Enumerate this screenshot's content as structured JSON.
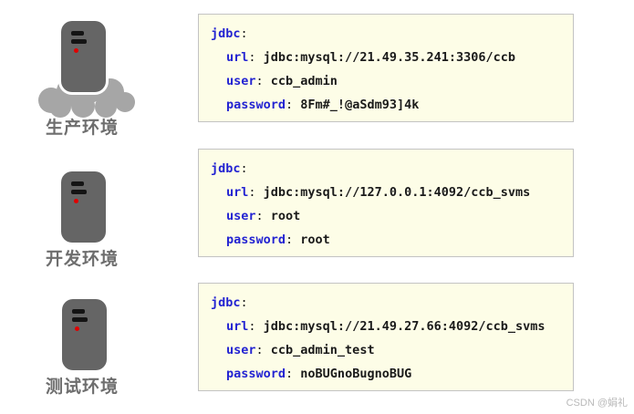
{
  "colors": {
    "key-blue": "#2323d2",
    "code-bg": "#fdfde7",
    "code-border": "#c3c3c3",
    "code-text": "#1a1a1a",
    "server-gray": "#656565",
    "cloud-gray": "#a6a6a6",
    "label-gray": "#6e6e6e",
    "led-red": "#e00000",
    "watermark-gray": "#b9b9b9"
  },
  "punct": {
    "colon": ":",
    "colon_space": ": "
  },
  "environments": [
    {
      "label": "生产环境",
      "icon": "server-with-cloud-icon",
      "config": {
        "root_key": "jdbc",
        "entries": [
          {
            "key": "url",
            "value": "jdbc:mysql://21.49.35.241:3306/ccb"
          },
          {
            "key": "user",
            "value": "ccb_admin"
          },
          {
            "key": "password",
            "value": "8Fm#_!@aSdm93]4k"
          }
        ]
      }
    },
    {
      "label": "开发环境",
      "icon": "server-icon",
      "config": {
        "root_key": "jdbc",
        "entries": [
          {
            "key": "url",
            "value": "jdbc:mysql://127.0.0.1:4092/ccb_svms"
          },
          {
            "key": "user",
            "value": "root"
          },
          {
            "key": "password",
            "value": "root"
          }
        ]
      }
    },
    {
      "label": "测试环境",
      "icon": "server-icon",
      "config": {
        "root_key": "jdbc",
        "entries": [
          {
            "key": "url",
            "value": "jdbc:mysql://21.49.27.66:4092/ccb_svms"
          },
          {
            "key": "user",
            "value": "ccb_admin_test"
          },
          {
            "key": "password",
            "value": "noBUGnoBugnoBUG"
          }
        ]
      }
    }
  ],
  "watermark": "CSDN @娟礼"
}
